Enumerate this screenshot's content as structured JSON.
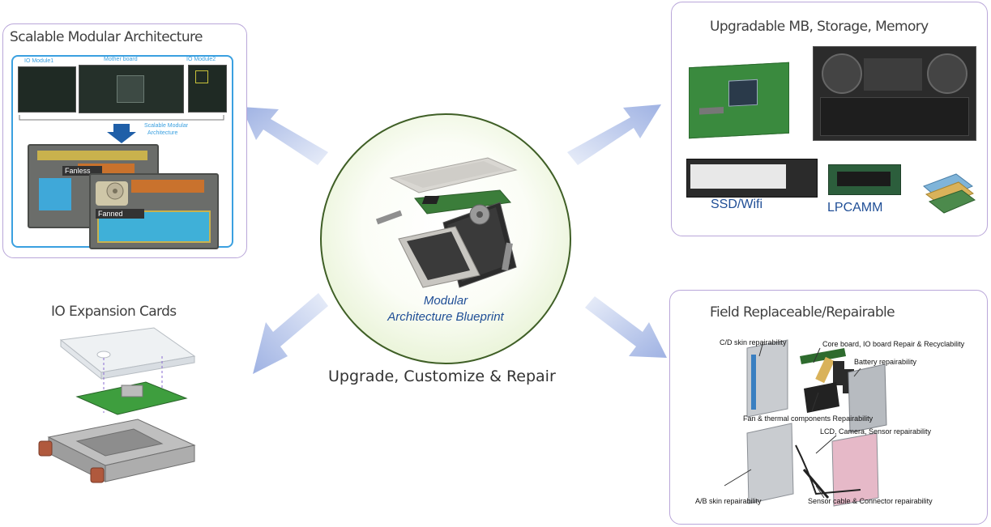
{
  "center": {
    "caption_line1": "Modular",
    "caption_line2": "Architecture Blueprint",
    "tagline": "Upgrade, Customize & Repair"
  },
  "panels": {
    "scalable": {
      "title": "Scalable Modular Architecture",
      "io_module1": "IO Module1",
      "mother_board": "Mother board",
      "io_module2": "IO Module2",
      "scalable_line1": "Scalable Modular",
      "scalable_line2": "Architecture",
      "fanless": "Fanless",
      "fanned": "Fanned"
    },
    "upgradable": {
      "title": "Upgradable MB, Storage, Memory",
      "ssd_label": "SSD/Wifi",
      "lpcamm_label": "LPCAMM"
    },
    "io_cards": {
      "title": "IO Expansion Cards"
    },
    "field": {
      "title": "Field Replaceable/Repairable",
      "cd_skin": "C/D skin   repairability",
      "core_board": "Core board, IO board Repair & Recyclability",
      "battery": "Battery  repairability",
      "fan_thermal": "Fan & thermal components  Repairability",
      "lcd": "LCD, Camera, Sensor  repairability",
      "ab_skin": "A/B skin   repairability",
      "sensor_cable": "Sensor cable & Connector repairability"
    }
  },
  "colors": {
    "panel_border": "#b9a6d9",
    "arrow": "#aebde6",
    "circle_border": "#3f5f26",
    "caption": "#1f4e96",
    "label_blue": "#3aa0e0",
    "pcb_green": "#2e7d3a"
  }
}
